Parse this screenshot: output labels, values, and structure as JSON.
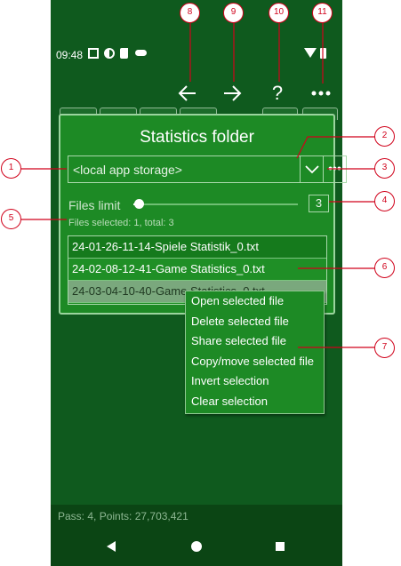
{
  "statusbar": {
    "time": "09:48",
    "icons": [
      "a-icon",
      "half-circle-icon",
      "sd-card-icon",
      "cloud-icon",
      "wifi-icon",
      "battery-icon"
    ]
  },
  "toolbar": {
    "back_icon": "arrow-left-icon",
    "forward_icon": "arrow-right-icon",
    "help_label": "?",
    "more_icon": "more-horizontal-icon"
  },
  "dialog": {
    "title": "Statistics folder",
    "folder_value": "<local app storage>",
    "dropdown_icon": "chevron-down-icon",
    "browse_label": "•••",
    "files_limit_label": "Files limit",
    "files_limit_value": "3",
    "files_selected": "Files selected: 1, total: 3",
    "files": [
      "24-01-26-11-14-Spiele Statistik_0.txt",
      "24-02-08-12-41-Game Statistics_0.txt",
      "24-03-04-10-40-Game Statistics_0.txt"
    ]
  },
  "context_menu": {
    "items": [
      "Open selected file",
      "Delete selected file",
      "Share selected file",
      "Copy/move selected file",
      "Invert selection",
      "Clear selection"
    ]
  },
  "footer": {
    "status": "Pass: 4, Points: 27,703,421"
  },
  "annotations": [
    "1",
    "2",
    "3",
    "4",
    "5",
    "6",
    "7",
    "8",
    "9",
    "10",
    "11"
  ],
  "colors": {
    "background": "#0f5a1e",
    "dialog": "#1d8a25",
    "annotation": "#d0021b"
  }
}
